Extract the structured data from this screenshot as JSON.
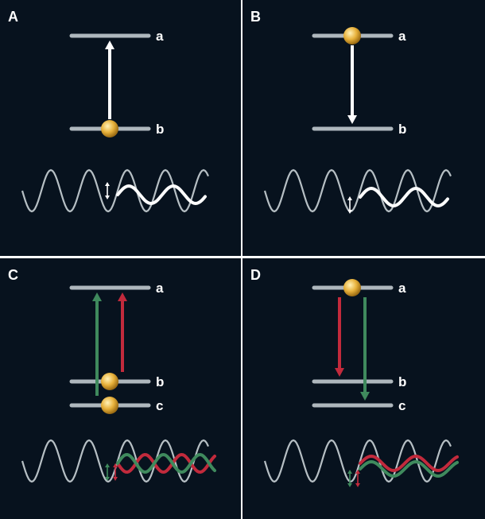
{
  "colors": {
    "background": "#07121e",
    "divider": "#ffffff",
    "level_bar": "#aeb7bd",
    "white_arrow": "#ffffff",
    "green": "#3f8a5d",
    "red": "#c22a3c",
    "wave_grey": "#b6bfc4",
    "atom": "#e8b23c"
  },
  "panels": [
    {
      "letter": "A",
      "levels": [
        "a",
        "b"
      ],
      "atom_on": [
        "b"
      ],
      "transitions": [
        {
          "from": "b",
          "to": "a",
          "color": "white"
        }
      ],
      "emitted_waves": [
        "white"
      ],
      "process": "absorption"
    },
    {
      "letter": "B",
      "levels": [
        "a",
        "b"
      ],
      "atom_on": [
        "a"
      ],
      "transitions": [
        {
          "from": "a",
          "to": "b",
          "color": "white"
        }
      ],
      "emitted_waves": [
        "white"
      ],
      "process": "emission"
    },
    {
      "letter": "C",
      "levels": [
        "a",
        "b",
        "c"
      ],
      "atom_on": [
        "b",
        "c"
      ],
      "transitions": [
        {
          "from": "c",
          "to": "a",
          "color": "green"
        },
        {
          "from": "b",
          "to": "a",
          "color": "red"
        }
      ],
      "emitted_waves": [
        "red",
        "green"
      ],
      "process": "absorption"
    },
    {
      "letter": "D",
      "levels": [
        "a",
        "b",
        "c"
      ],
      "atom_on": [
        "a"
      ],
      "transitions": [
        {
          "from": "a",
          "to": "b",
          "color": "red"
        },
        {
          "from": "a",
          "to": "c",
          "color": "green"
        }
      ],
      "emitted_waves": [
        "red",
        "green"
      ],
      "process": "emission"
    }
  ]
}
